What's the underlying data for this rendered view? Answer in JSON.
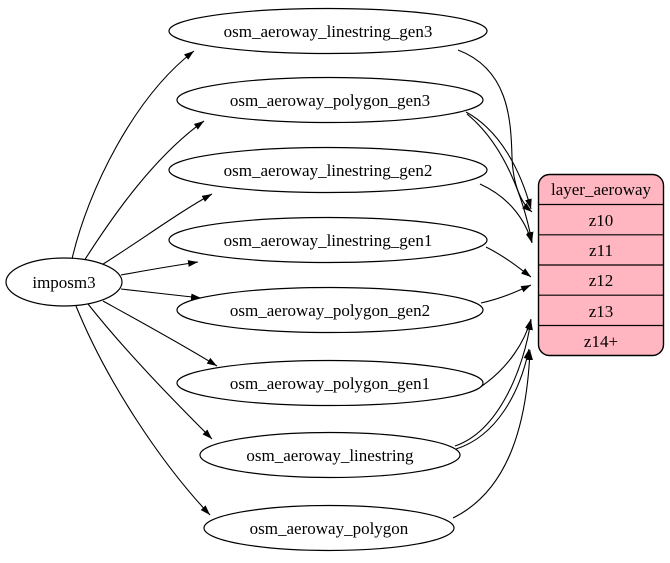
{
  "graph": {
    "source": {
      "label": "imposm3"
    },
    "tables": [
      {
        "label": "osm_aeroway_linestring_gen3"
      },
      {
        "label": "osm_aeroway_polygon_gen3"
      },
      {
        "label": "osm_aeroway_linestring_gen2"
      },
      {
        "label": "osm_aeroway_linestring_gen1"
      },
      {
        "label": "osm_aeroway_polygon_gen2"
      },
      {
        "label": "osm_aeroway_polygon_gen1"
      },
      {
        "label": "osm_aeroway_linestring"
      },
      {
        "label": "osm_aeroway_polygon"
      }
    ],
    "layer": {
      "title": "layer_aeroway",
      "rows": [
        "z10",
        "z11",
        "z12",
        "z13",
        "z14+"
      ],
      "fill": "#ffb6c1",
      "stroke": "#000000"
    },
    "edges": [
      {
        "from": "imposm3",
        "to": "osm_aeroway_linestring_gen3"
      },
      {
        "from": "imposm3",
        "to": "osm_aeroway_polygon_gen3"
      },
      {
        "from": "imposm3",
        "to": "osm_aeroway_linestring_gen2"
      },
      {
        "from": "imposm3",
        "to": "osm_aeroway_linestring_gen1"
      },
      {
        "from": "imposm3",
        "to": "osm_aeroway_polygon_gen2"
      },
      {
        "from": "imposm3",
        "to": "osm_aeroway_polygon_gen1"
      },
      {
        "from": "imposm3",
        "to": "osm_aeroway_linestring"
      },
      {
        "from": "imposm3",
        "to": "osm_aeroway_polygon"
      },
      {
        "from": "osm_aeroway_linestring_gen3",
        "to": "z10"
      },
      {
        "from": "osm_aeroway_polygon_gen3",
        "to": "z10"
      },
      {
        "from": "osm_aeroway_polygon_gen3",
        "to": "z11"
      },
      {
        "from": "osm_aeroway_linestring_gen2",
        "to": "z11"
      },
      {
        "from": "osm_aeroway_linestring_gen1",
        "to": "z12"
      },
      {
        "from": "osm_aeroway_polygon_gen2",
        "to": "z12"
      },
      {
        "from": "osm_aeroway_polygon_gen1",
        "to": "z13"
      },
      {
        "from": "osm_aeroway_linestring",
        "to": "z13"
      },
      {
        "from": "osm_aeroway_linestring",
        "to": "z14+"
      },
      {
        "from": "osm_aeroway_polygon",
        "to": "z14+"
      }
    ]
  }
}
